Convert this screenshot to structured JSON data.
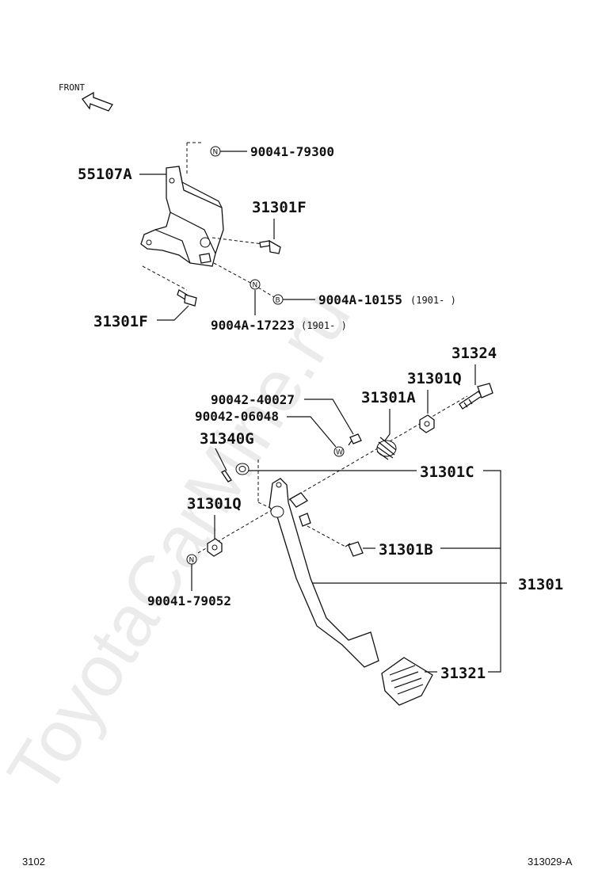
{
  "watermark": "ToyotaCarMine.ru",
  "front_label": "FRONT",
  "parts": {
    "p_55107A": "55107A",
    "p_90041_79300": "90041-79300",
    "p_31301F_top": "31301F",
    "p_9004A_10155": "9004A-10155",
    "p_9004A_10155_note": "(1901-     )",
    "p_31301F_bottom": "31301F",
    "p_9004A_17223": "9004A-17223",
    "p_9004A_17223_note": "(1901-     )",
    "p_31324": "31324",
    "p_31301Q_top": "31301Q",
    "p_90042_40027": "90042-40027",
    "p_31301A": "31301A",
    "p_90042_06048": "90042-06048",
    "p_31340G": "31340G",
    "p_31301C": "31301C",
    "p_31301Q_bottom": "31301Q",
    "p_31301B": "31301B",
    "p_31301": "31301",
    "p_90041_79052": "90041-79052",
    "p_31321": "31321"
  },
  "markers": {
    "n": "N",
    "b": "B",
    "w": "W"
  },
  "footer": {
    "left": "3102",
    "right": "313029-A"
  }
}
